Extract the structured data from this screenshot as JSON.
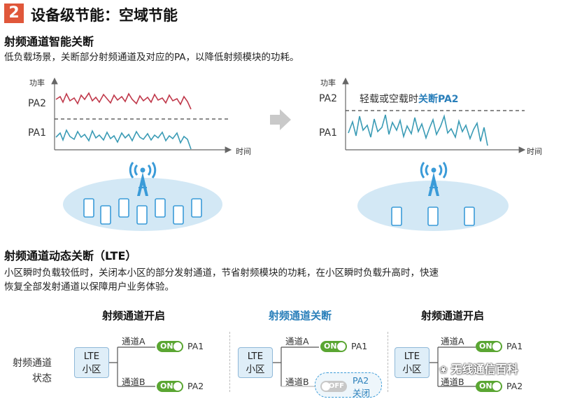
{
  "header": {
    "number": "2",
    "title": "设备级节能：空域节能"
  },
  "section1": {
    "title": "射频通道智能关断",
    "desc": "低负载场景，关断部分射频通道及对应的PA，以降低射频模块的功耗。",
    "left_chart": {
      "ylabel": "功率",
      "xlabel": "时间",
      "pa2": "PA2",
      "pa1": "PA1"
    },
    "right_chart": {
      "ylabel": "功率",
      "xlabel": "时间",
      "pa2": "PA2",
      "pa1": "PA1",
      "note_prefix": "轻载或空载时",
      "note_highlight": "关断PA2"
    }
  },
  "section2": {
    "title": "射频通道动态关断（LTE）",
    "desc_line1": "小区瞬时负载较低时，关闭本小区的部分发射通道，节省射频模块的功耗，在小区瞬时负载升高时，快速",
    "desc_line2": "恢复全部发射通道以保障用户业务体验。",
    "row_label_1": "射频通道",
    "row_label_2": "状态",
    "panels": [
      {
        "title": "射频通道开启",
        "cell_l1": "LTE",
        "cell_l2": "小区",
        "chA": "通道A",
        "chB": "通道B",
        "pa1": "PA1",
        "pa2": "PA2",
        "sw_a": "ON",
        "sw_b": "ON"
      },
      {
        "title": "射频通道关断",
        "cell_l1": "LTE",
        "cell_l2": "小区",
        "chA": "通道A",
        "chB": "通道B",
        "pa1": "PA1",
        "pa2": "PA2",
        "pa2_off_note": "关闭",
        "sw_a": "ON",
        "sw_b": "OFF"
      },
      {
        "title": "射频通道开启",
        "cell_l1": "LTE",
        "cell_l2": "小区",
        "chA": "通道A",
        "chB": "通道B",
        "pa1": "PA1",
        "pa2": "PA2",
        "sw_a": "ON",
        "sw_b": "ON"
      }
    ]
  },
  "watermark": "无线通信百科",
  "colors": {
    "accent": "#e0573a",
    "pa2_line": "#c0394b",
    "pa1_line": "#3a9bb5",
    "blue_title": "#2a7fba",
    "on_green": "#5aa632",
    "cell_ellipse": "#d3e8f5"
  }
}
